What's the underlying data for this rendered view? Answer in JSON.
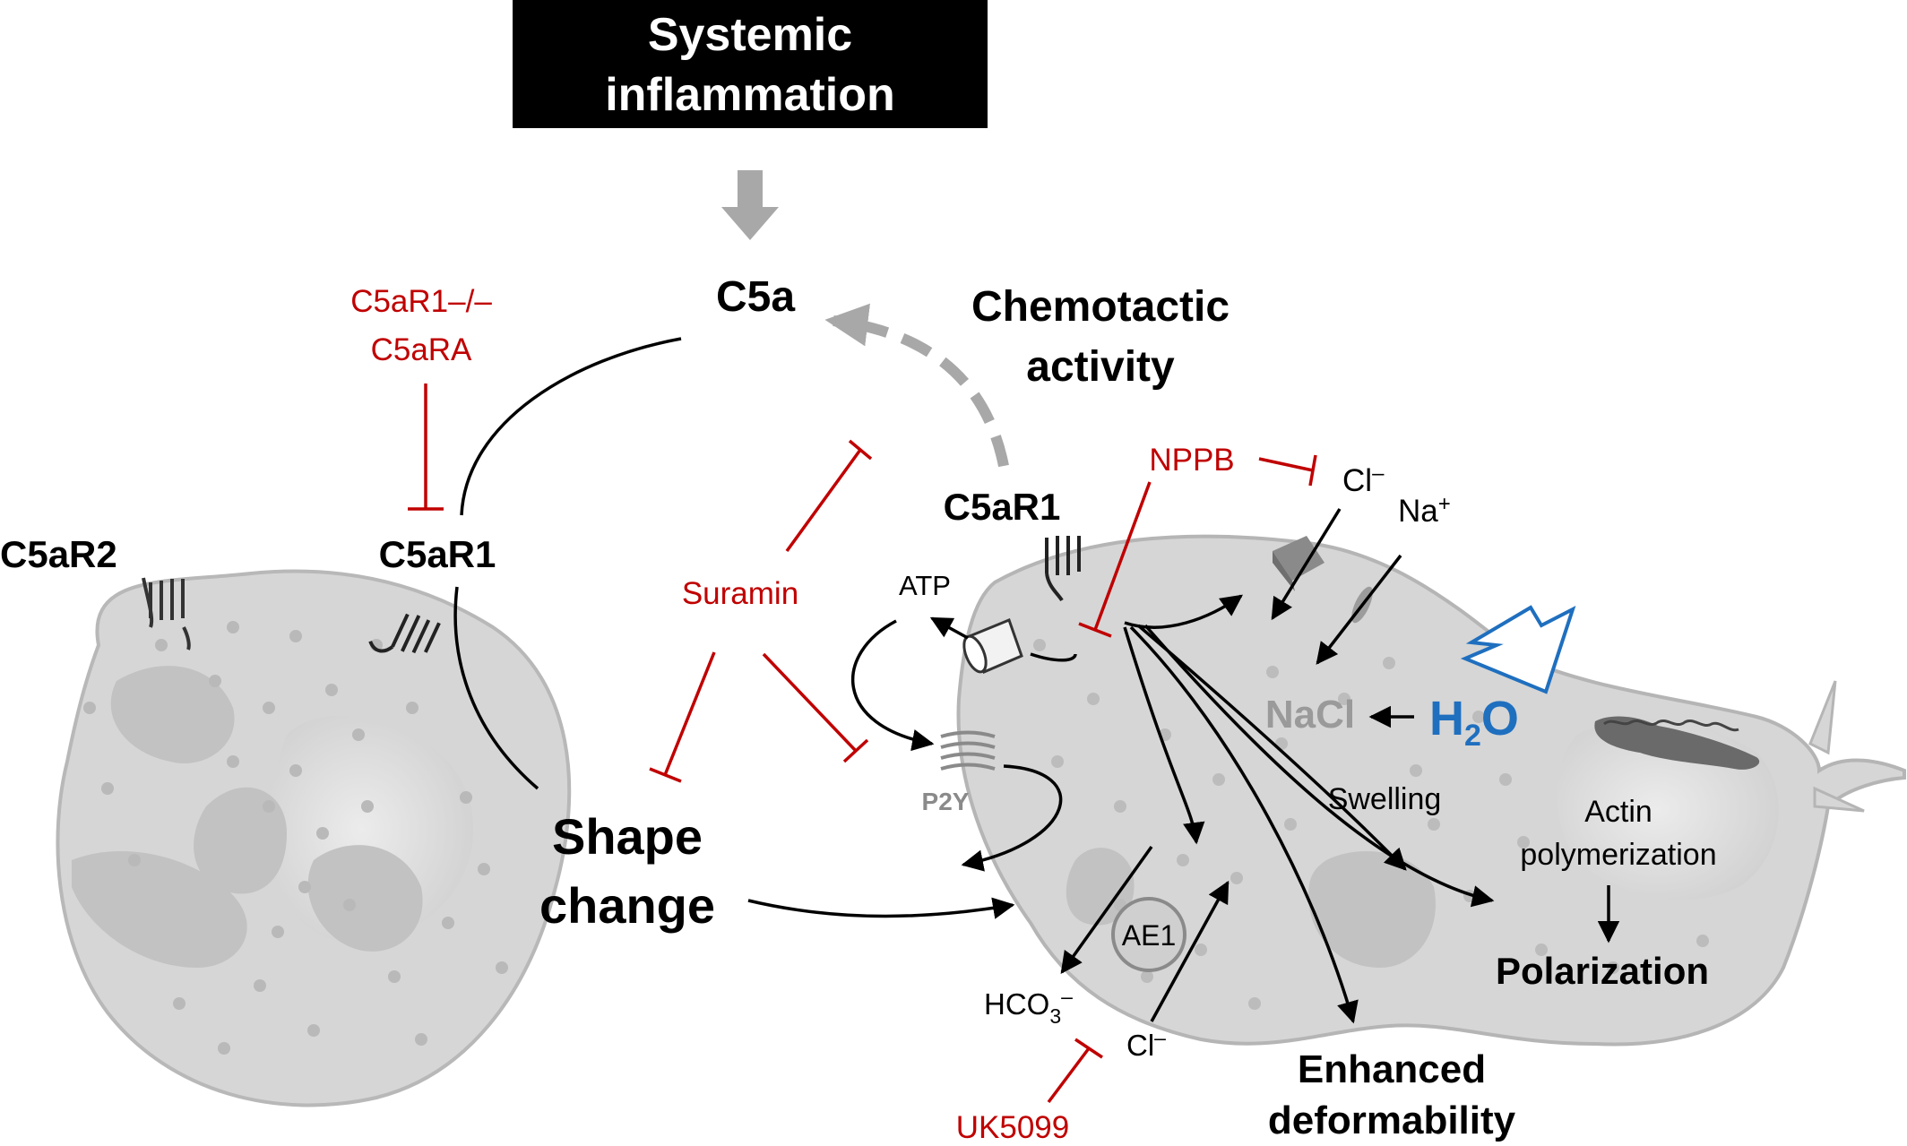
{
  "header": {
    "line1": "Systemic",
    "line2": "inflammation"
  },
  "nodes": {
    "c5a": "C5a",
    "chemotactic_line1": "Chemotactic",
    "chemotactic_line2": "activity",
    "c5ar2": "C5aR2",
    "c5ar1_left": "C5aR1",
    "c5ar1_right": "C5aR1",
    "shape_line1": "Shape",
    "shape_line2": "change",
    "atp": "ATP",
    "p2y": "P2Y",
    "cl_top": "Cl",
    "cl_top_sup": "–",
    "na": "Na",
    "na_sup": "+",
    "nacl": "NaCl",
    "h2o_h": "H",
    "h2o_sub": "2",
    "h2o_o": "O",
    "swelling": "Swelling",
    "actin_line1": "Actin",
    "actin_line2": "polymerization",
    "polarization": "Polarization",
    "ae1": "AE1",
    "hco3": "HCO",
    "hco3_sub": "3",
    "hco3_sup": "–",
    "cl_bottom": "Cl",
    "cl_bottom_sup": "–",
    "deform_line1": "Enhanced",
    "deform_line2": "deformability"
  },
  "inhibitors": {
    "c5ar1_ko": "C5aR1–/–",
    "c5ara": "C5aRA",
    "suramin": "Suramin",
    "nppb": "NPPB",
    "uk5099": "UK5099"
  },
  "colors": {
    "inhibitor": "#c00000",
    "water": "#1f6fbf",
    "cell_fill": "#d6d6d6",
    "cell_edge": "#b5b5b5",
    "header_bg": "#000000"
  }
}
